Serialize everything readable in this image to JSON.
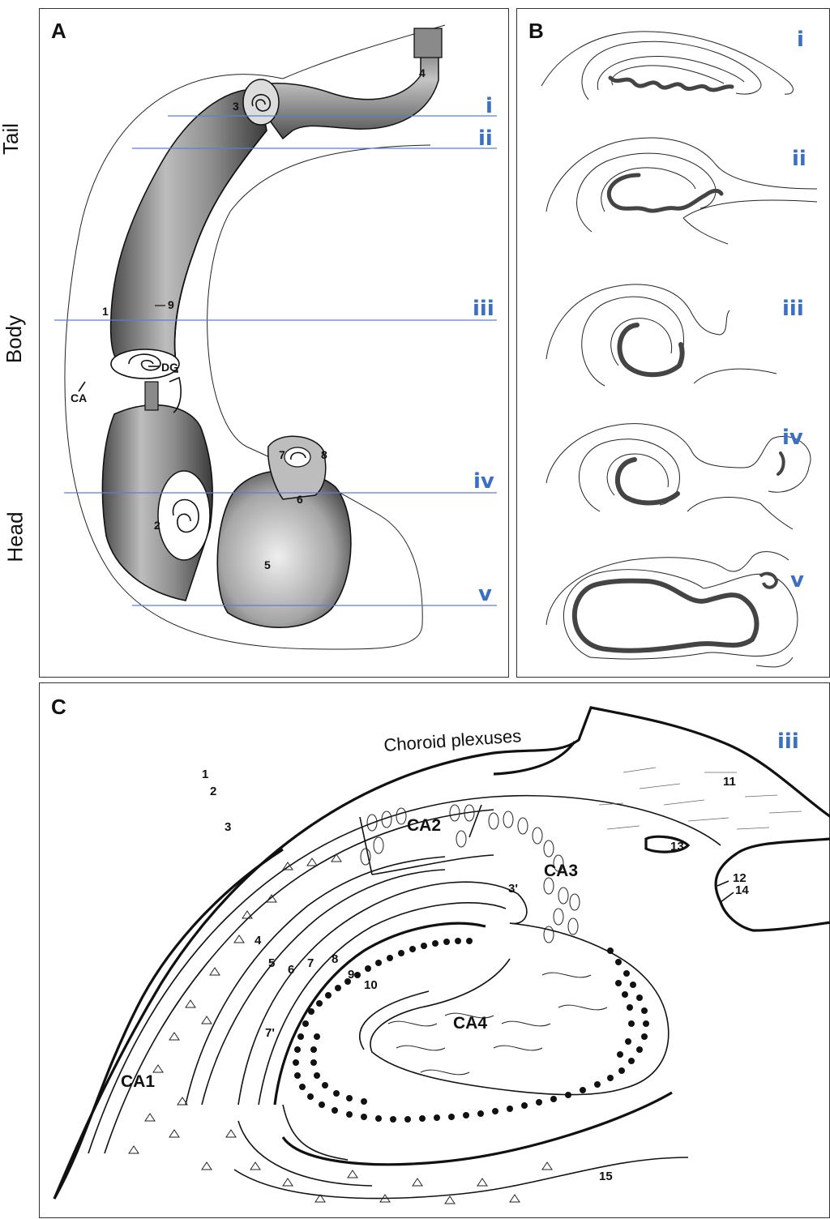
{
  "panels": {
    "a": {
      "letter": "A",
      "side_labels": [
        "Tail",
        "Body",
        "Head"
      ],
      "level_labels": [
        "i",
        "ii",
        "iii",
        "iv",
        "v"
      ],
      "numbers": [
        "1",
        "2",
        "3",
        "4",
        "5",
        "6",
        "7",
        "8",
        "9"
      ],
      "abbreviations": {
        "dg": "DG",
        "ca": "CA"
      }
    },
    "b": {
      "letter": "B",
      "level_labels": [
        "i",
        "ii",
        "iii",
        "iv",
        "v"
      ]
    },
    "c": {
      "letter": "C",
      "level_label": "iii",
      "caption": "Choroid plexuses",
      "regions": [
        "CA1",
        "CA2",
        "CA3",
        "CA4"
      ],
      "numbers": [
        "1",
        "2",
        "3",
        "4",
        "5",
        "6",
        "7",
        "8",
        "9",
        "10",
        "11",
        "12",
        "13",
        "14",
        "15",
        "3'",
        "7'"
      ]
    }
  },
  "colors": {
    "level_label": "#3a6fc4",
    "level_line": "#5b7fd1",
    "ink": "#111111"
  }
}
